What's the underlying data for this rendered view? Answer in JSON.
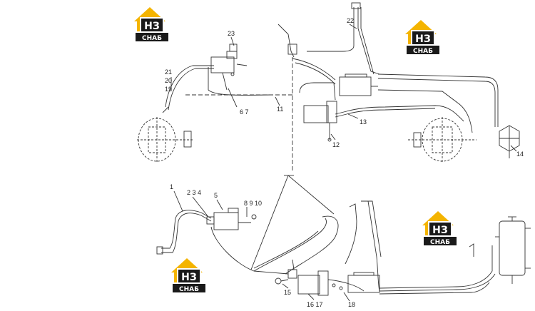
{
  "logo": {
    "mark": "НЗ",
    "word": "СНАБ",
    "house_color": "#f4b400",
    "box_color": "#1a1a1a"
  },
  "callouts": [
    "1",
    "2",
    "3",
    "4",
    "5",
    "6",
    "7",
    "8",
    "9",
    "10",
    "11",
    "12",
    "13",
    "14",
    "15",
    "16",
    "17",
    "18",
    "19",
    "20",
    "21",
    "22",
    "23"
  ],
  "labels": {
    "c23": "23",
    "c22": "22",
    "c21": "21",
    "c20": "20",
    "c19": "19",
    "c6_7": "6  7",
    "c11": "11",
    "c12": "12",
    "c13": "13",
    "c14": "14",
    "c1": "1",
    "c2_3_4": "2  3  4",
    "c5": "5",
    "c8_9_10": "8  9  10",
    "c15": "15",
    "c16_17": "16 17",
    "c18": "18"
  }
}
